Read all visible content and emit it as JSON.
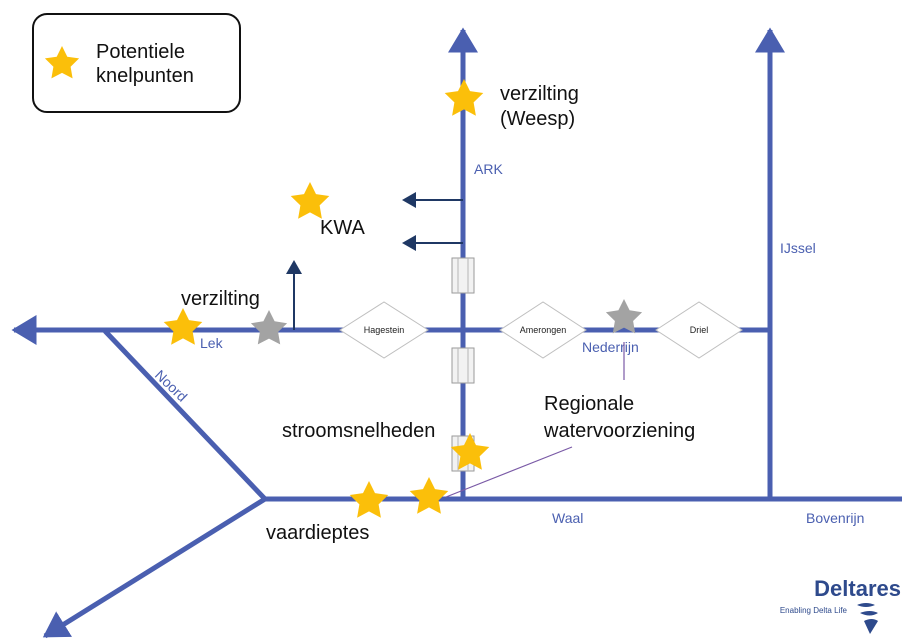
{
  "legend": {
    "icon": "star-icon",
    "line1": "Potentiele",
    "line2": "knelpunten"
  },
  "rivers": {
    "ark": "ARK",
    "ijssel": "IJssel",
    "lek": "Lek",
    "noord": "Noord",
    "nederrijn": "Nederrijn",
    "waal": "Waal",
    "bovenrijn": "Bovenrijn"
  },
  "weirs": {
    "hagestein": "Hagestein",
    "amerongen": "Amerongen",
    "driel": "Driel"
  },
  "bottlenecks": {
    "verzilting_weesp_line1": "verzilting",
    "verzilting_weesp_line2": "(Weesp)",
    "kwa": "KWA",
    "verzilting_lek": "verzilting",
    "stroomsnelheden": "stroomsnelheden",
    "regionale_line1": "Regionale",
    "regionale_line2": "watervoorziening",
    "vaardieptes": "vaardieptes"
  },
  "logo": {
    "name": "Deltares",
    "tagline": "Enabling Delta Life"
  },
  "colors": {
    "river": "#4a5fb0",
    "star_active": "#fbbf0a",
    "star_inactive": "#a3a3a3",
    "arrow_dark": "#1f3864",
    "logo_blue": "#2e4a8c"
  }
}
